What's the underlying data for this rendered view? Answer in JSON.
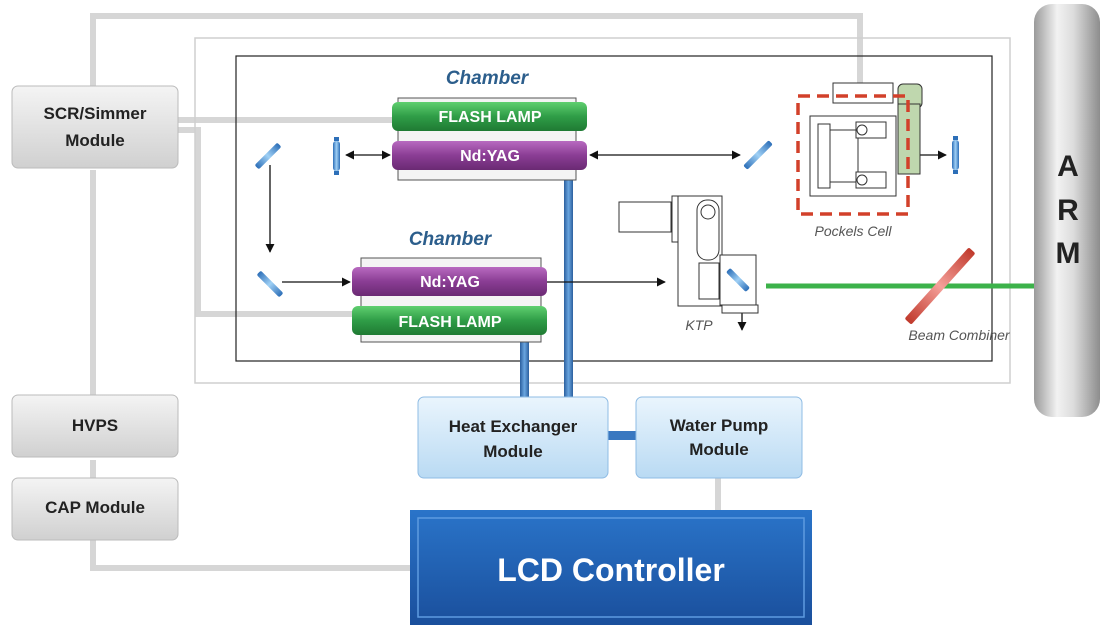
{
  "chamber_top": {
    "title": "Chamber",
    "flash_lamp": "FLASH LAMP",
    "rod": "Nd:YAG"
  },
  "chamber_bottom": {
    "title": "Chamber",
    "flash_lamp": "FLASH LAMP",
    "rod": "Nd:YAG"
  },
  "modules": {
    "scr_simmer": [
      "SCR/Simmer",
      "Module"
    ],
    "hvps": "HVPS",
    "cap": "CAP Module",
    "heat_exchanger": [
      "Heat Exchanger",
      "Module"
    ],
    "water_pump": [
      "Water Pump",
      "Module"
    ],
    "lcd_controller": "LCD Controller"
  },
  "optics": {
    "pockels_cell": "Pockels Cell",
    "ktp": "KTP",
    "beam_combiner": "Beam Combiner"
  },
  "arm": [
    "A",
    "R",
    "M"
  ],
  "colors": {
    "flash_lamp": "#2e9e4a",
    "rod": "#8a3d94",
    "module_fill": "#d7e9f7",
    "controller": "#1f5fb5",
    "beam_green": "#3cb24a",
    "pockels_outline": "#d2402a",
    "coolant": "#3a78c0",
    "wire_gray": "#d6d6d6"
  }
}
